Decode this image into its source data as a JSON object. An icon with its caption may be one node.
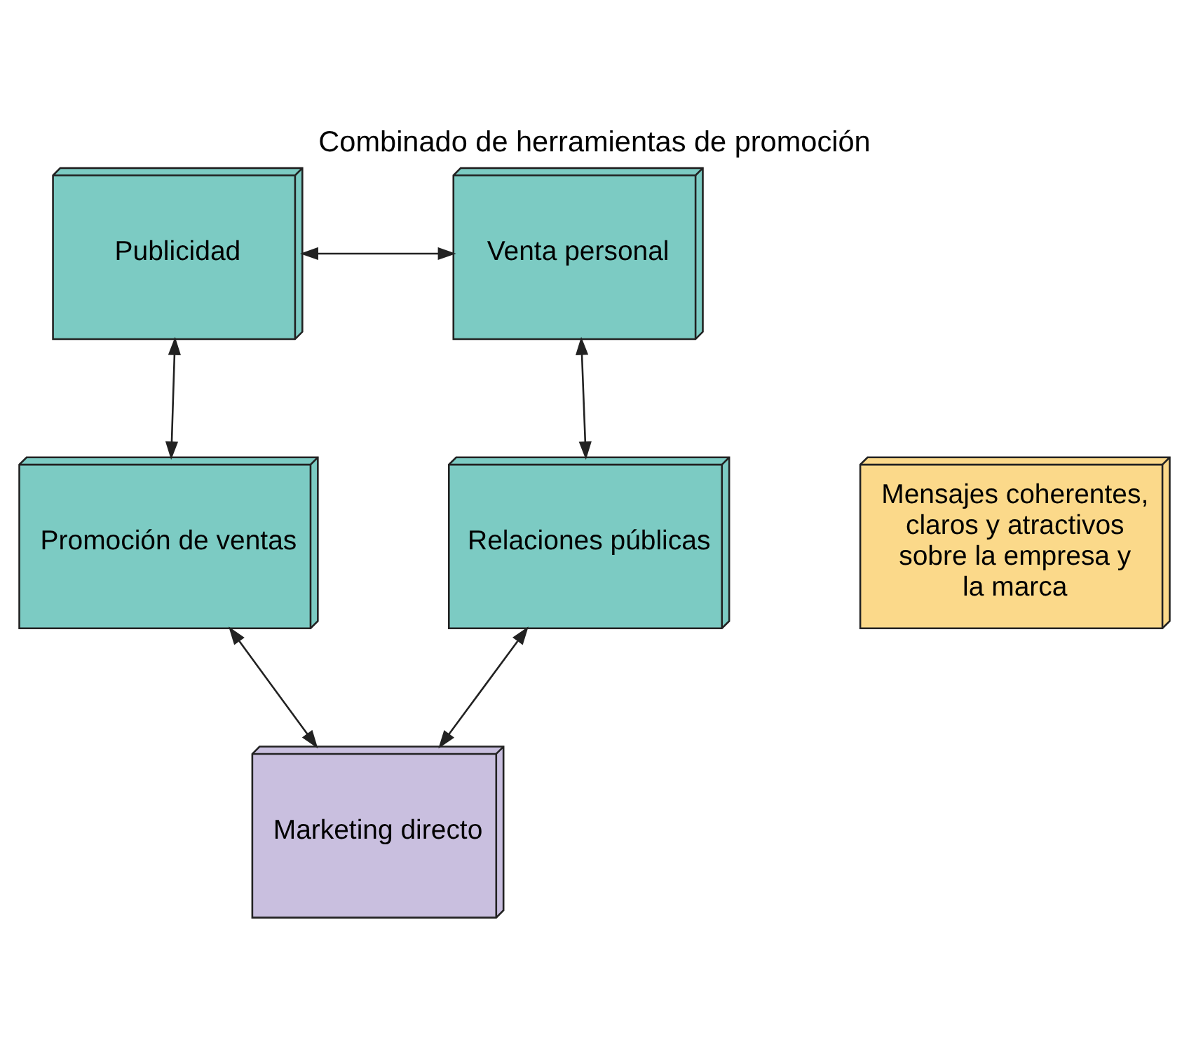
{
  "diagram": {
    "title": "Combinado de herramientas de promoción",
    "nodes": [
      {
        "text": [
          "Publicidad"
        ]
      },
      {
        "text": [
          "Venta personal"
        ]
      },
      {
        "text": [
          "Promoción de ventas"
        ]
      },
      {
        "text": [
          "Mensajes coherentes, claros y atractivos sobre la empresa y la marca"
        ]
      },
      {
        "text": [
          "Relaciones públicas"
        ]
      },
      {
        "text": [
          "Marketing directo"
        ]
      }
    ],
    "edges": [
      {
        "from": 0,
        "to": 1,
        "arrow": "both"
      },
      {
        "from": 0,
        "to": 2,
        "arrow": "both"
      },
      {
        "from": 1,
        "to": 4,
        "arrow": "both"
      },
      {
        "from": 2,
        "to": 5,
        "arrow": "both"
      },
      {
        "from": 4,
        "to": 5,
        "arrow": "both"
      }
    ]
  }
}
